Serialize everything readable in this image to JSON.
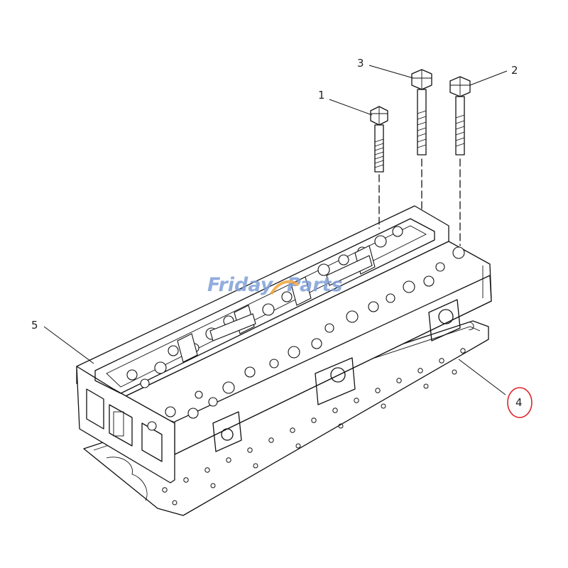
{
  "callouts": {
    "c1": "1",
    "c2": "2",
    "c3": "3",
    "c4": "4",
    "c5": "5"
  },
  "watermark": {
    "part1": "Friday",
    "part2": "Parts",
    "color_blue": "#7f9fd8",
    "color_orange": "#f2a33a"
  },
  "highlight_color": "#d9262b"
}
